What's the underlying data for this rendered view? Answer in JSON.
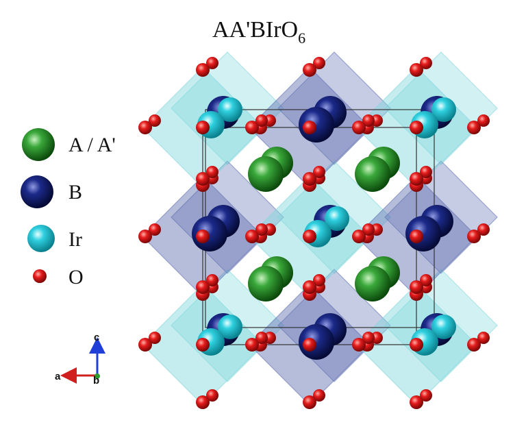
{
  "title": {
    "main": "AA'BIrO",
    "subscript": "6"
  },
  "legend": [
    {
      "key": "a",
      "label": "A / A'",
      "gradient": "gA"
    },
    {
      "key": "b",
      "label": "B",
      "gradient": "gB"
    },
    {
      "key": "ir",
      "label": "Ir",
      "gradient": "gIr"
    },
    {
      "key": "o",
      "label": "O",
      "gradient": "gO"
    }
  ],
  "axes": {
    "a": "a",
    "b": "b",
    "c": "c"
  },
  "colors": {
    "A": "#2e9a2e",
    "B": "#1a237e",
    "Ir": "#26c6da",
    "O": "#e01a1a",
    "octahedron_B": "#5d6db0",
    "octahedron_Ir": "#7fd6dc",
    "axis_a": "#d11f1f",
    "axis_b": "#2e9a2e",
    "axis_c": "#1f3fd6"
  }
}
